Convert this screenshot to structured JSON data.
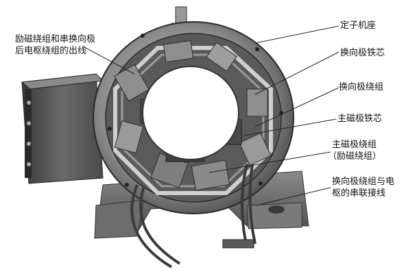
{
  "labels": {
    "left_callout": [
      "励磁绕组和串换向极",
      "后电枢绕组的出线"
    ],
    "stator_frame": "定子机座",
    "commutating_pole_core": "换向极铁芯",
    "commutating_pole_winding": "换向极绕组",
    "main_pole_core": "主磁极铁芯",
    "main_pole_winding": [
      "主磁极绕组",
      "（励磁绕组）"
    ],
    "series_connection": [
      "换向极绕组与电",
      "枢的串联接线"
    ]
  },
  "colors": {
    "background": "#ffffff",
    "metal_dark": "#3a3a3a",
    "metal_mid": "#7a7a7a",
    "metal_light": "#b8b8b8",
    "leader_line": "#222222"
  }
}
